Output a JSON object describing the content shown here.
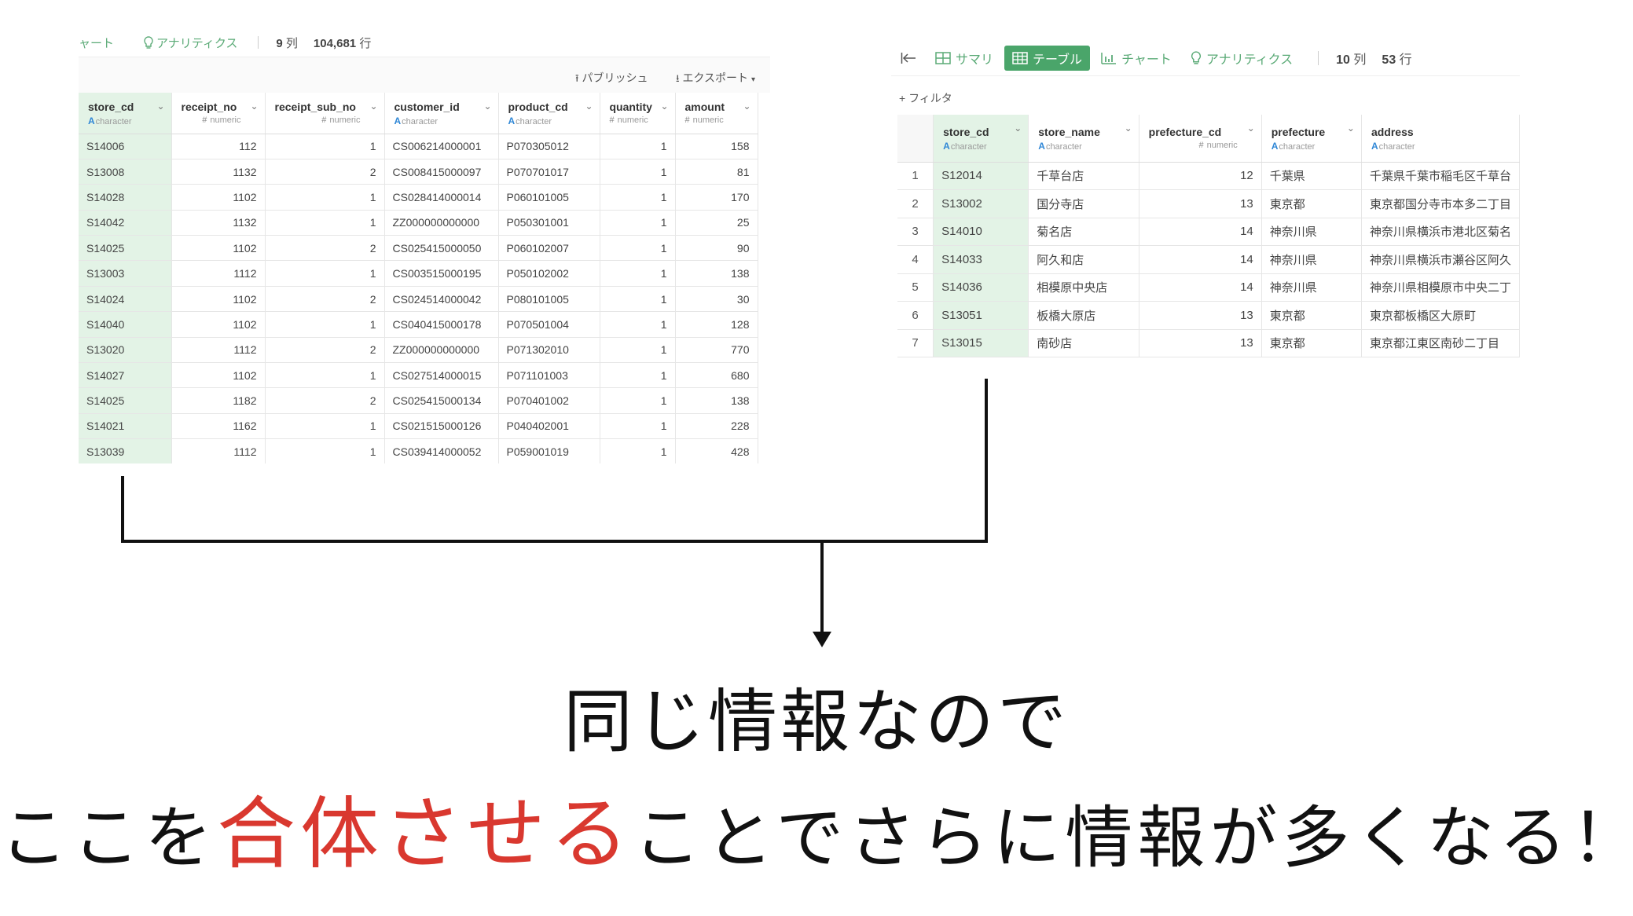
{
  "left_panel": {
    "topbar": {
      "chart_tab": "ャート",
      "analytics_tab": "アナリティクス",
      "columns_count": "9",
      "columns_unit": "列",
      "rows_count": "104,681",
      "rows_unit": "行"
    },
    "toolbar": {
      "publish": "パブリッシュ",
      "export": "エクスポート"
    },
    "columns": [
      {
        "name": "store_cd",
        "type": "character"
      },
      {
        "name": "receipt_no",
        "type": "numeric"
      },
      {
        "name": "receipt_sub_no",
        "type": "numeric"
      },
      {
        "name": "customer_id",
        "type": "character"
      },
      {
        "name": "product_cd",
        "type": "character"
      },
      {
        "name": "quantity",
        "type": "numeric"
      },
      {
        "name": "amount",
        "type": "numeric"
      }
    ],
    "rows": [
      [
        "S14006",
        "112",
        "1",
        "CS006214000001",
        "P070305012",
        "1",
        "158"
      ],
      [
        "S13008",
        "1132",
        "2",
        "CS008415000097",
        "P070701017",
        "1",
        "81"
      ],
      [
        "S14028",
        "1102",
        "1",
        "CS028414000014",
        "P060101005",
        "1",
        "170"
      ],
      [
        "S14042",
        "1132",
        "1",
        "ZZ000000000000",
        "P050301001",
        "1",
        "25"
      ],
      [
        "S14025",
        "1102",
        "2",
        "CS025415000050",
        "P060102007",
        "1",
        "90"
      ],
      [
        "S13003",
        "1112",
        "1",
        "CS003515000195",
        "P050102002",
        "1",
        "138"
      ],
      [
        "S14024",
        "1102",
        "2",
        "CS024514000042",
        "P080101005",
        "1",
        "30"
      ],
      [
        "S14040",
        "1102",
        "1",
        "CS040415000178",
        "P070501004",
        "1",
        "128"
      ],
      [
        "S13020",
        "1112",
        "2",
        "ZZ000000000000",
        "P071302010",
        "1",
        "770"
      ],
      [
        "S14027",
        "1102",
        "1",
        "CS027514000015",
        "P071101003",
        "1",
        "680"
      ],
      [
        "S14025",
        "1182",
        "2",
        "CS025415000134",
        "P070401002",
        "1",
        "138"
      ],
      [
        "S14021",
        "1162",
        "1",
        "CS021515000126",
        "P040402001",
        "1",
        "228"
      ],
      [
        "S13039",
        "1112",
        "1",
        "CS039414000052",
        "P059001019",
        "1",
        "428"
      ]
    ]
  },
  "right_panel": {
    "topbar": {
      "summary_tab": "サマリ",
      "table_tab": "テーブル",
      "chart_tab": "チャート",
      "analytics_tab": "アナリティクス",
      "columns_count": "10",
      "columns_unit": "列",
      "rows_count": "53",
      "rows_unit": "行"
    },
    "filter_label": "+ フィルタ",
    "columns": [
      {
        "name": "store_cd",
        "type": "character"
      },
      {
        "name": "store_name",
        "type": "character"
      },
      {
        "name": "prefecture_cd",
        "type": "numeric"
      },
      {
        "name": "prefecture",
        "type": "character"
      },
      {
        "name": "address",
        "type": "character"
      }
    ],
    "rows": [
      [
        "1",
        "S12014",
        "千草台店",
        "12",
        "千葉県",
        "千葉県千葉市稲毛区千草台"
      ],
      [
        "2",
        "S13002",
        "国分寺店",
        "13",
        "東京都",
        "東京都国分寺市本多二丁目"
      ],
      [
        "3",
        "S14010",
        "菊名店",
        "14",
        "神奈川県",
        "神奈川県横浜市港北区菊名"
      ],
      [
        "4",
        "S14033",
        "阿久和店",
        "14",
        "神奈川県",
        "神奈川県横浜市瀬谷区阿久"
      ],
      [
        "5",
        "S14036",
        "相模原中央店",
        "14",
        "神奈川県",
        "神奈川県相模原市中央二丁"
      ],
      [
        "6",
        "S13051",
        "板橋大原店",
        "13",
        "東京都",
        "東京都板橋区大原町"
      ],
      [
        "7",
        "S13015",
        "南砂店",
        "13",
        "東京都",
        "東京都江東区南砂二丁目"
      ]
    ]
  },
  "caption": {
    "line1": "同じ情報なので",
    "line2_before": "ここを",
    "line2_highlight": "合体させる",
    "line2_after": "ことでさらに情報が多くなる！"
  },
  "colors": {
    "accent_green": "#4aa56a",
    "selected_column": "#e3f3e6",
    "highlight_red": "#d9382f",
    "type_character_blue": "#2f87d6"
  }
}
